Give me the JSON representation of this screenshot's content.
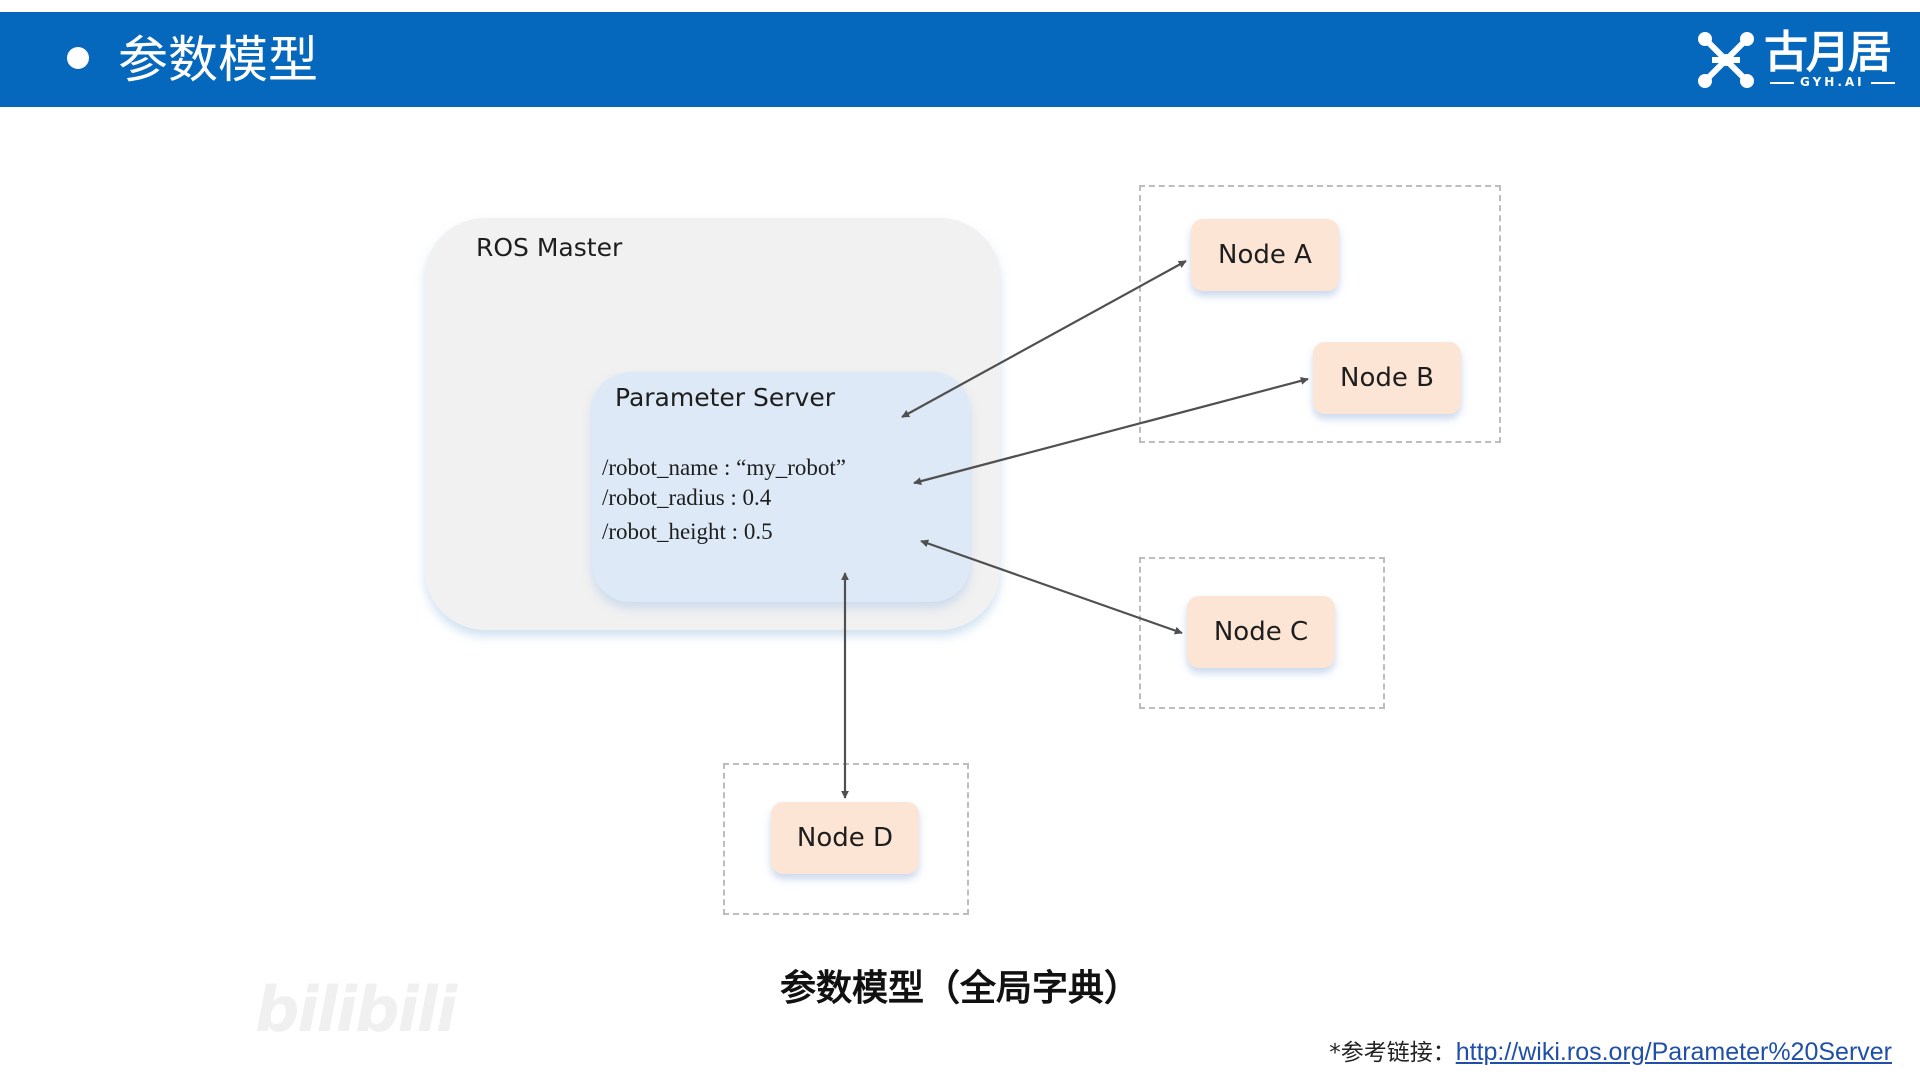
{
  "header": {
    "title": "参数模型",
    "logo_text": "古月居",
    "logo_subtext": "GYH.AI"
  },
  "diagram": {
    "ros_master_label": "ROS Master",
    "parameter_server_label": "Parameter Server",
    "parameters": [
      "/robot_name :  “my_robot”",
      "/robot_radius : 0.4",
      "/robot_height : 0.5"
    ],
    "nodes": {
      "a": "Node A",
      "b": "Node B",
      "c": "Node C",
      "d": "Node D"
    }
  },
  "caption": "参数模型（全局字典）",
  "reference": {
    "prefix": "*参考链接：",
    "link_text": "http://wiki.ros.org/Parameter%20Server"
  },
  "watermark": "bilibili",
  "colors": {
    "header_background": "#0668bd",
    "ros_master_fill": "#f1f1f1",
    "parameter_server_fill": "#dde9f7",
    "node_fill": "#fde5d6",
    "arrow": "#505050",
    "group_border": "#bdbdbd",
    "link": "#1f4fa8"
  }
}
